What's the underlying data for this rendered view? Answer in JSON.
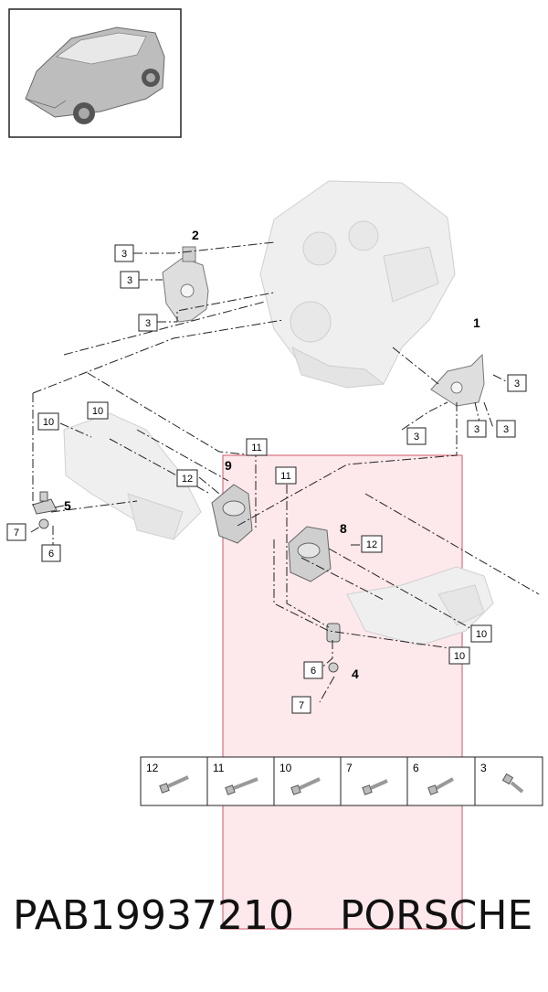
{
  "callouts": {
    "c1": "1",
    "c2": "2",
    "c4": "4",
    "c5": "5",
    "c8": "8",
    "c9": "9",
    "b3a": "3",
    "b3b": "3",
    "b3c": "3",
    "b3d": "3",
    "b3e": "3",
    "b3f": "3",
    "b3g": "3",
    "b6a": "6",
    "b6b": "6",
    "b7a": "7",
    "b7b": "7",
    "b10a": "10",
    "b10b": "10",
    "b10c": "10",
    "b10d": "10",
    "b11a": "11",
    "b11b": "11",
    "b12a": "12",
    "b12b": "12"
  },
  "legend": [
    "12",
    "11",
    "10",
    "7",
    "6",
    "3"
  ],
  "footer": {
    "part_code": "PAB19937210",
    "brand": "PORSCHE"
  },
  "colors": {
    "highlight_fill": "#fde4e8",
    "highlight_stroke": "#d9707e",
    "line": "#222222",
    "part_fill": "#e6e6e6"
  }
}
